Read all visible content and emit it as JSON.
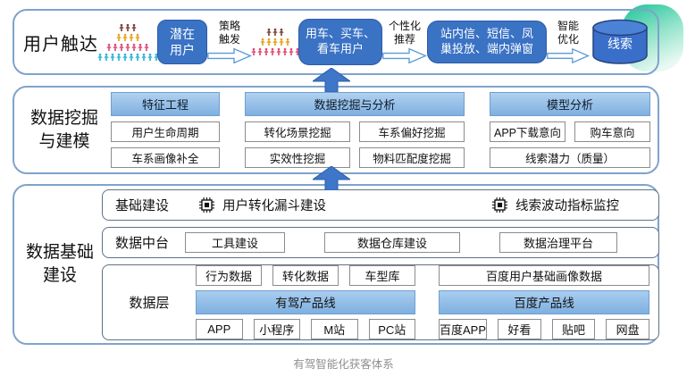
{
  "caption": "有驾智能化获客体系",
  "colors": {
    "dark_blue": "#3a72c4",
    "header_blue_top": "#b0d1f0",
    "header_blue_bottom": "#7fb0e0",
    "band_border": "#7fa3cc",
    "teal_blob": "#2fc8a0",
    "solid_arrow": "#3e76c9",
    "hollow_arrow_stroke": "#5b9bd5"
  },
  "band1": {
    "label": "用户触达",
    "pyramid_large": {
      "rows": [
        {
          "count": 3,
          "color": "#7b4036"
        },
        {
          "count": 4,
          "color": "#e6a117"
        },
        {
          "count": 7,
          "color": "#e04a74"
        },
        {
          "count": 10,
          "color": "#2bb3d9"
        }
      ]
    },
    "pyramid_small": {
      "rows": [
        {
          "count": 3,
          "color": "#7b4036"
        },
        {
          "count": 5,
          "color": "#e6a117"
        },
        {
          "count": 8,
          "color": "#e04a74"
        }
      ]
    },
    "potential_users": {
      "line1": "潜在",
      "line2": "用户"
    },
    "arrow_strategy": {
      "line1": "策略",
      "line2": "触发"
    },
    "car_users": {
      "line1": "用车、买车、",
      "line2": "看车用户"
    },
    "arrow_personalized": {
      "line1": "个性化",
      "line2": "推荐"
    },
    "channels": {
      "line1": "站内信、短信、凤",
      "line2": "巢投放、端内弹窗"
    },
    "arrow_smart": {
      "line1": "智能",
      "line2": "优化"
    },
    "leads_cylinder": "线索"
  },
  "band2": {
    "label_line1": "数据挖掘",
    "label_line2": "与建模",
    "columns": [
      {
        "header": "特征工程",
        "rows": [
          [
            "用户生命周期"
          ],
          [
            "车系画像补全"
          ]
        ]
      },
      {
        "header": "数据挖掘与分析",
        "rows": [
          [
            "转化场景挖掘",
            "车系偏好挖掘"
          ],
          [
            "实效性挖掘",
            "物料匹配度挖掘"
          ]
        ]
      },
      {
        "header": "模型分析",
        "rows": [
          [
            "APP下载意向",
            "购车意向"
          ],
          [
            "线索潜力（质量）"
          ]
        ]
      }
    ]
  },
  "band3": {
    "label_line1": "数据基础",
    "label_line2": "建设",
    "row1": {
      "label": "基础建设",
      "item1": "用户转化漏斗建设",
      "item2": "线索波动指标监控"
    },
    "row2": {
      "label": "数据中台",
      "item1": "工具建设",
      "item2": "数据仓库建设",
      "item3": "数据治理平台"
    },
    "row3": {
      "label": "数据层",
      "youjia": {
        "top1": "行为数据",
        "top2": "转化数据",
        "top3": "车型库",
        "bar": "有驾产品线",
        "bottom1": "APP",
        "bottom2": "小程序",
        "bottom3": "M站",
        "bottom4": "PC站"
      },
      "baidu": {
        "top1": "百度用户基础画像数据",
        "bar": "百度产品线",
        "bottom1": "百度APP",
        "bottom2": "好看",
        "bottom3": "贴吧",
        "bottom4": "网盘"
      }
    }
  }
}
